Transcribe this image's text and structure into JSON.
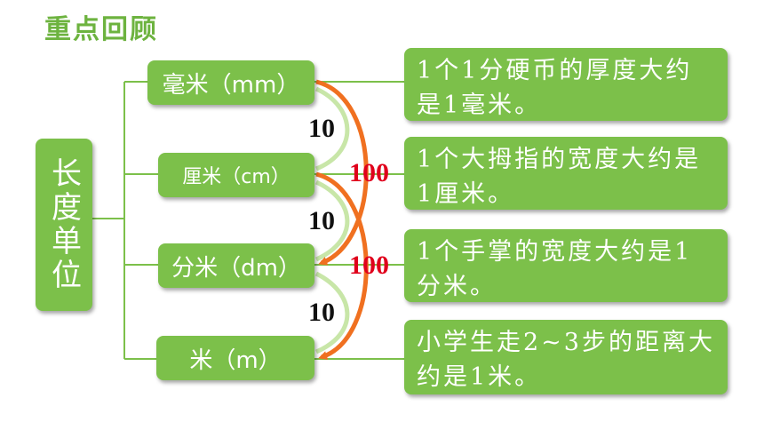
{
  "title": "重点回顾",
  "category": "长度单位",
  "units": [
    {
      "label": "毫米（mm）",
      "desc": "1个1分硬币的厚度大约是1毫米。"
    },
    {
      "label": "厘米（cm）",
      "desc": "1个大拇指的宽度大约是1厘米。"
    },
    {
      "label": "分米（dm）",
      "desc": "1个手掌的宽度大约是1分米。"
    },
    {
      "label": "米（m）",
      "desc": "小学生走2~3步的距离大约是1米。"
    }
  ],
  "ratios": [
    "10",
    "10",
    "10"
  ],
  "ratios_skip": [
    "100",
    "100"
  ],
  "colors": {
    "box": "#7cc04a",
    "title": "#6db33f",
    "arrow": "#f07020",
    "ratio_skip": "#e0001b"
  }
}
